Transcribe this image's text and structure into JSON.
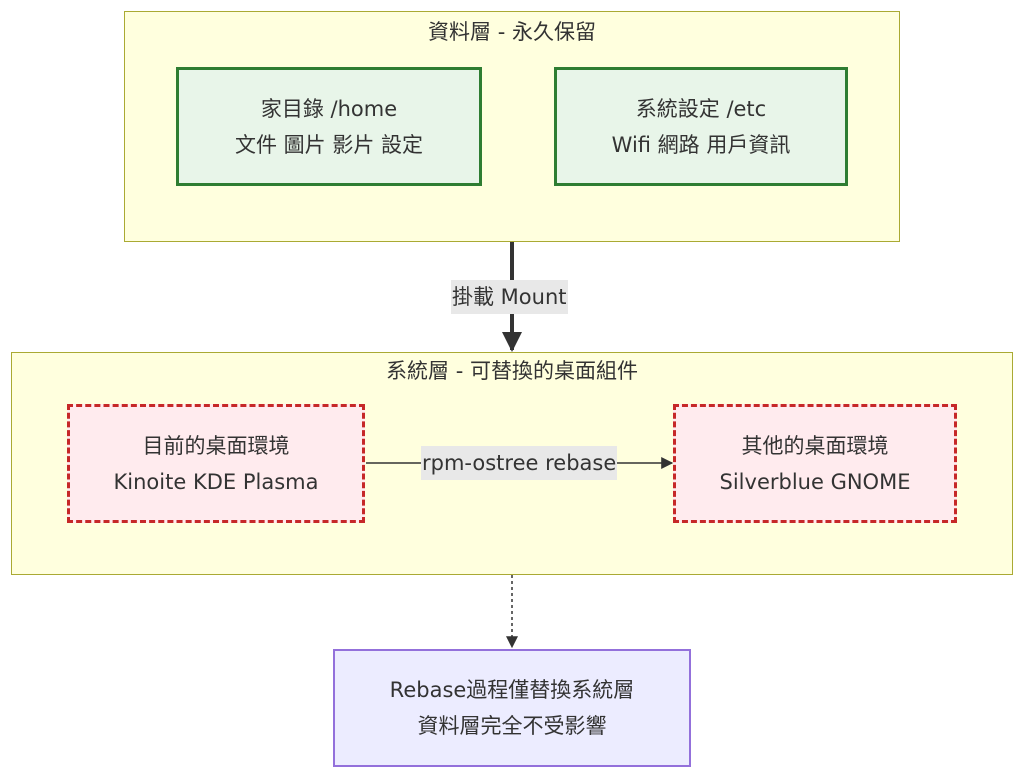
{
  "diagram": {
    "data_layer": {
      "title": "資料層 - 永久保留",
      "nodes": [
        {
          "lines": [
            "家目錄 /home",
            "文件 圖片 影片 設定"
          ]
        },
        {
          "lines": [
            "系統設定 /etc",
            "Wifi 網路 用戶資訊"
          ]
        }
      ]
    },
    "system_layer": {
      "title": "系統層 - 可替換的桌面組件",
      "nodes": [
        {
          "lines": [
            "目前的桌面環境",
            "Kinoite KDE Plasma"
          ]
        },
        {
          "lines": [
            "其他的桌面環境",
            "Silverblue GNOME"
          ]
        }
      ]
    },
    "note": {
      "lines": [
        "Rebase過程僅替換系統層",
        "資料層完全不受影響"
      ]
    },
    "edges": {
      "mount_label": "掛載 Mount",
      "rebase_label": "rpm-ostree rebase"
    },
    "colors": {
      "cluster_fill": "#ffffde",
      "cluster_border": "#aaaa33",
      "green_fill": "#e8f5e9",
      "green_border": "#2e7d32",
      "red_fill": "#ffebee",
      "red_border": "#c62828",
      "purple_fill": "#ececff",
      "purple_border": "#9370db"
    }
  }
}
